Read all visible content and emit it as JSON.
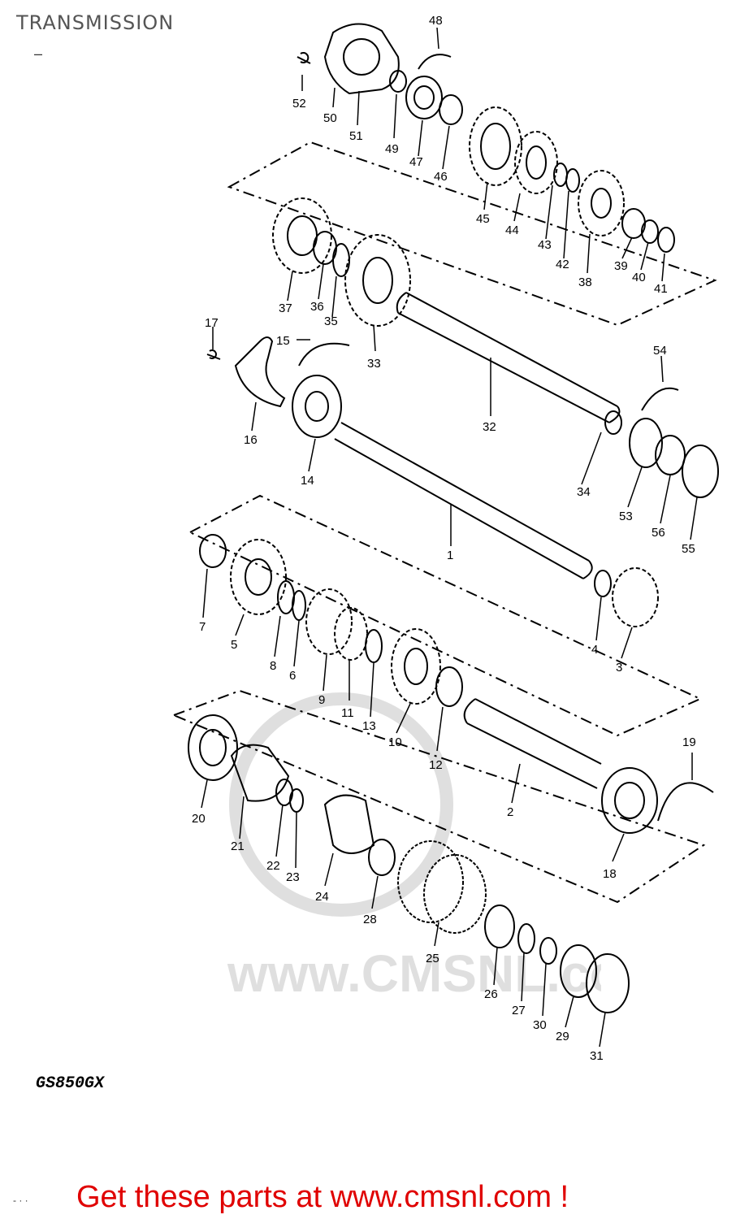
{
  "header": {
    "title": "TRANSMISSION",
    "dash": "–"
  },
  "model": "GS850GX",
  "footer": {
    "text": "Get these parts at www.cmsnl.com !",
    "corner_mark": "- · ·"
  },
  "watermark": {
    "text": "www.CMSNL.com"
  },
  "colors": {
    "footer_text": "#e00000",
    "line": "#000000"
  },
  "callouts": {
    "p1": "1",
    "p2": "2",
    "p3": "3",
    "p4": "4",
    "p5": "5",
    "p6": "6",
    "p7": "7",
    "p8": "8",
    "p9": "9",
    "p10": "10",
    "p11": "11",
    "p12": "12",
    "p13": "13",
    "p14": "14",
    "p15": "15",
    "p16": "16",
    "p17": "17",
    "p18": "18",
    "p19": "19",
    "p20": "20",
    "p21": "21",
    "p22": "22",
    "p23": "23",
    "p24": "24",
    "p25": "25",
    "p26": "26",
    "p27": "27",
    "p28": "28",
    "p29": "29",
    "p30": "30",
    "p31": "31",
    "p32": "32",
    "p33": "33",
    "p34": "34",
    "p35": "35",
    "p36": "36",
    "p37": "37",
    "p38": "38",
    "p39": "39",
    "p40": "40",
    "p41": "41",
    "p42": "42",
    "p43": "43",
    "p44": "44",
    "p45": "45",
    "p46": "46",
    "p47": "47",
    "p48": "48",
    "p49": "49",
    "p50": "50",
    "p51": "51",
    "p52": "52",
    "p53": "53",
    "p54": "54",
    "p55": "55",
    "p56": "56"
  }
}
